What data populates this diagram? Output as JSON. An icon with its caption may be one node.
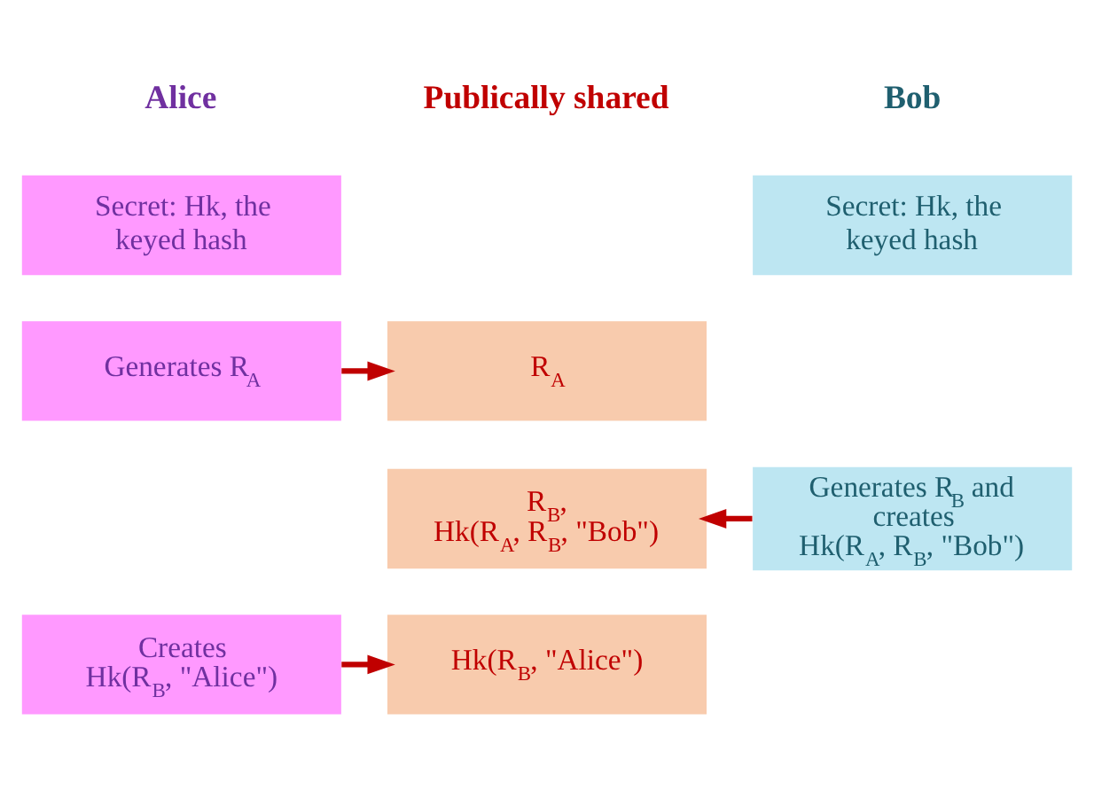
{
  "diagram": {
    "nodes": [
      {
        "text": [
          "Secret: Hk, the keyed hash"
        ]
      },
      {
        "text": [
          "Secret: Hk, the keyed hash"
        ]
      },
      {
        "text": [
          "Generates R$_{A}$"
        ]
      },
      {
        "text": [
          "R$_{A}$"
        ]
      },
      {
        "text": [
          "Generates R$_{B}$ and creates Hk(R$_{A}$, R$_{B}$, \"Bob\")"
        ]
      },
      {
        "text": [
          "R$_{B}$, Hk(R$_{A}$, R$_{B}$, \"Bob\")"
        ]
      },
      {
        "text": [
          "Creates Hk(R$_{B}$, \"Alice\")"
        ]
      },
      {
        "text": [
          "Hk(R$_{B}$, \"Alice\")"
        ]
      }
    ],
    "edges": [
      {
        "from": 2,
        "to": 3,
        "arrow": "to"
      },
      {
        "from": 4,
        "to": 5,
        "arrow": "to"
      },
      {
        "from": 6,
        "to": 7,
        "arrow": "to"
      }
    ],
    "labels": [
      "Alice",
      "Publically shared",
      "Bob"
    ]
  }
}
